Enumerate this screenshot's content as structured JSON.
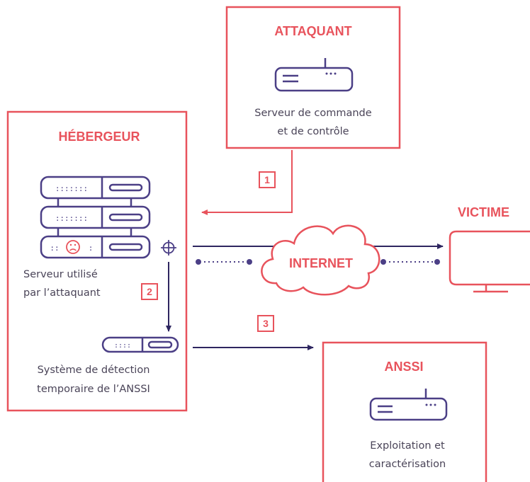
{
  "colors": {
    "red": "#e8535c",
    "purple": "#4b3f86",
    "text": "#4a4458"
  },
  "attaquant": {
    "title": "ATTAQUANT",
    "device_label_line1": "Serveur de commande",
    "device_label_line2": "et de contrôle",
    "icon": "server-box-icon"
  },
  "hebergeur": {
    "title": "HÉBERGEUR",
    "server_label_line1": "Serveur utilisé",
    "server_label_line2": "par l’attaquant",
    "detection_label_line1": "Système de détection",
    "detection_label_line2": "temporaire de l’ANSSI",
    "icons": [
      "server-rack-icon",
      "sad-face-icon",
      "crosshair-icon",
      "detection-probe-icon"
    ]
  },
  "internet": {
    "label": "INTERNET",
    "icon": "cloud-icon"
  },
  "victime": {
    "title": "VICTIME",
    "icon": "monitor-icon"
  },
  "anssi": {
    "title": "ANSSI",
    "device_label_line1": "Exploitation et",
    "device_label_line2": "caractérisation",
    "icon": "server-box-icon"
  },
  "steps": {
    "step1": "1",
    "step2": "2",
    "step3": "3"
  }
}
